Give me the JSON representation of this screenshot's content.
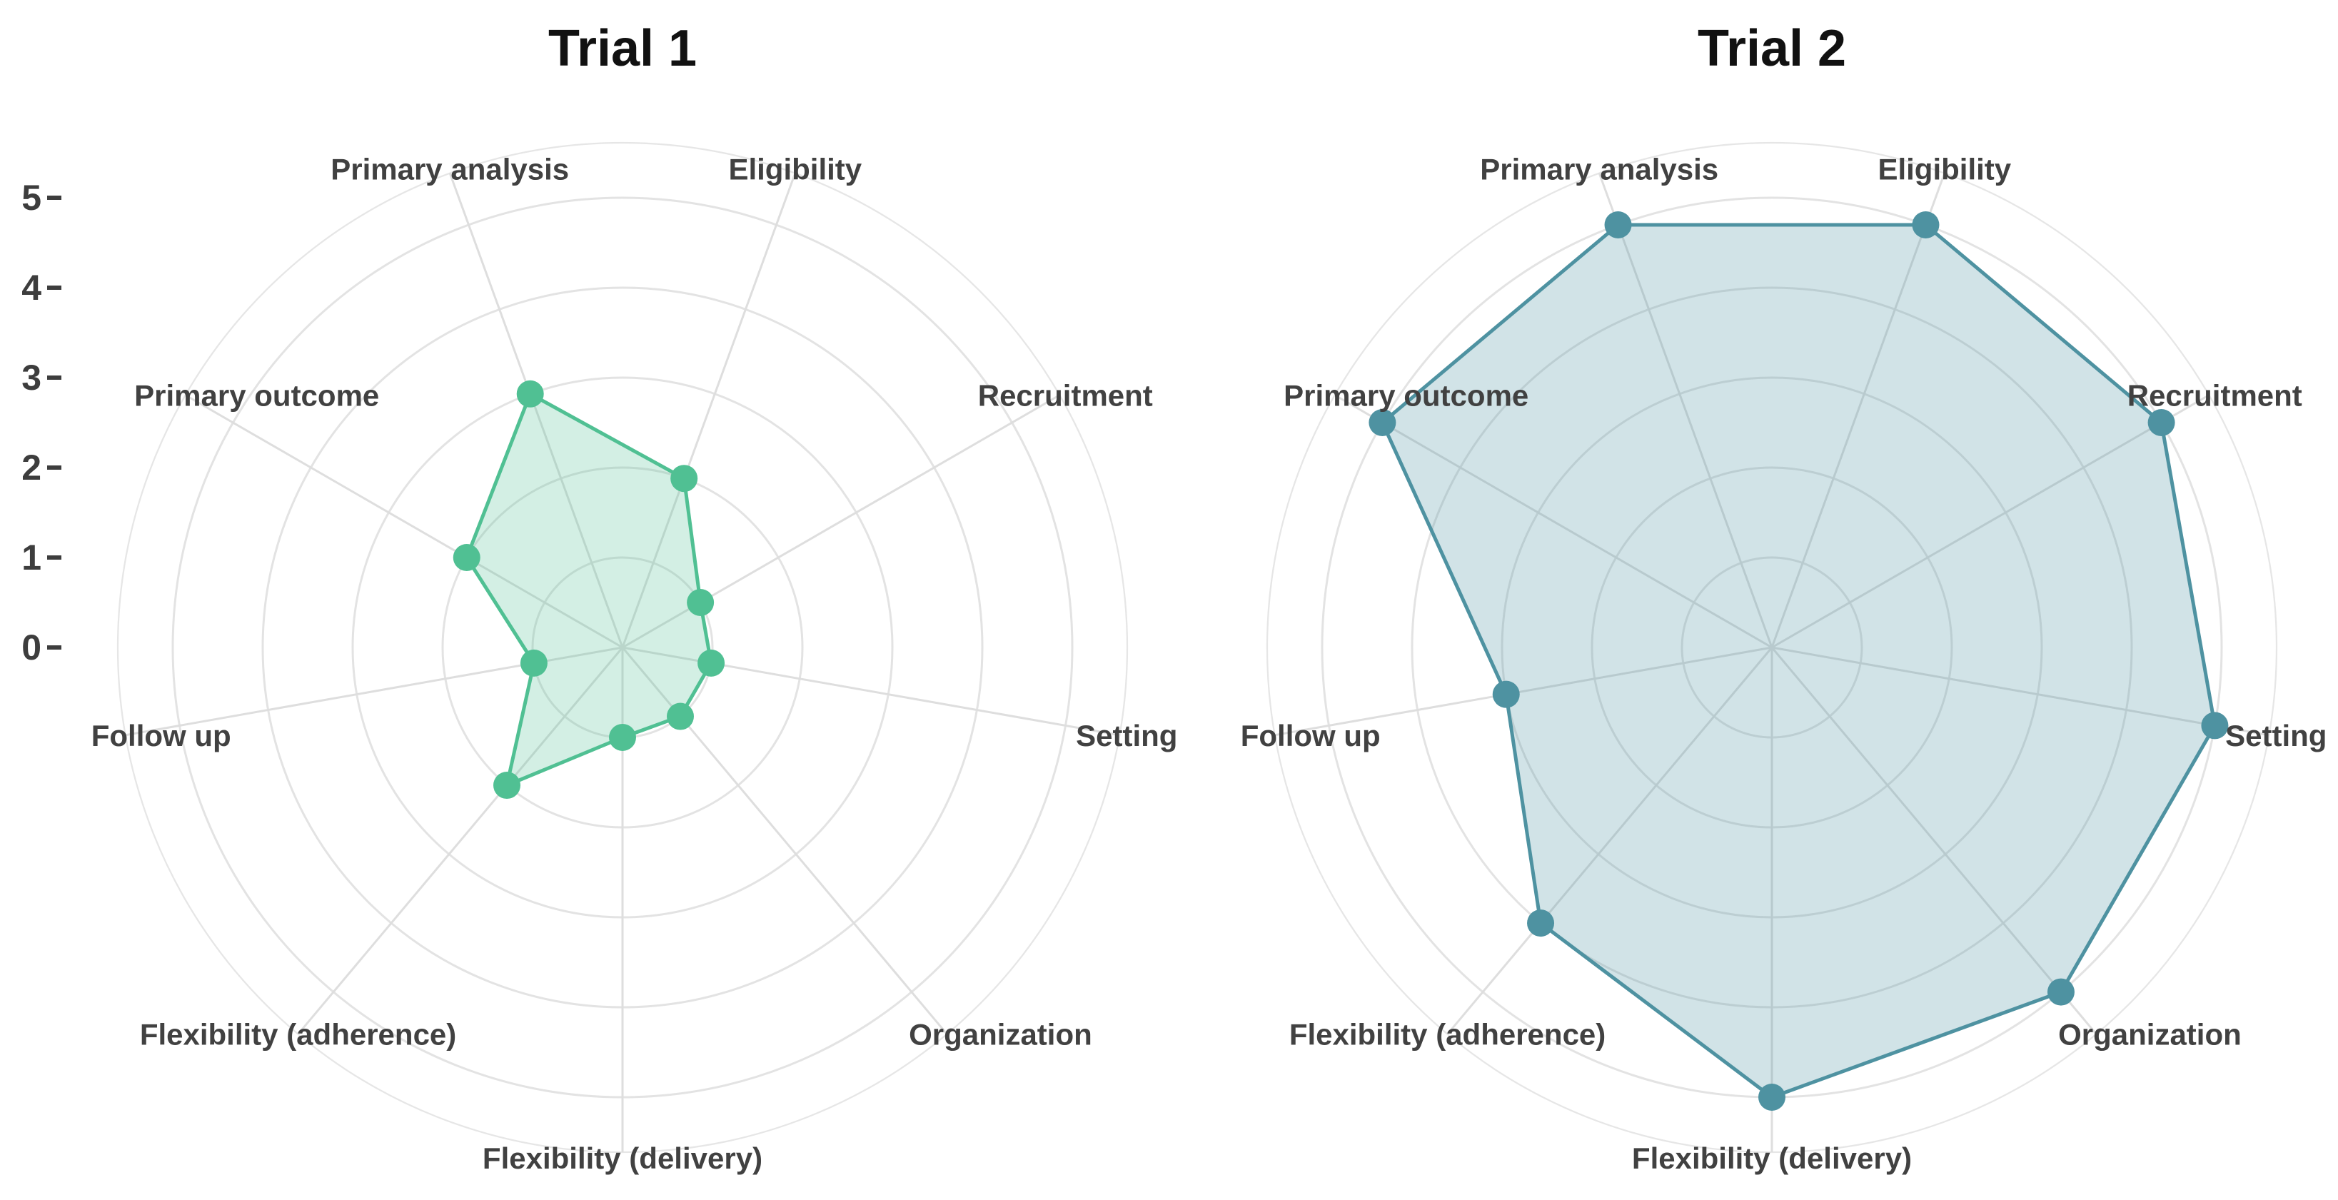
{
  "figure": {
    "background": "#ffffff"
  },
  "style": {
    "grid_color": "#e3e3e3",
    "spoke_color": "#dedede",
    "outer_ring_color": "#e6e6e6",
    "label_color": "#414141",
    "tick_color": "#3d3d3d",
    "title_color": "#111111"
  },
  "chart_data": [
    {
      "type": "radar",
      "title": "Trial 1",
      "axes": [
        "Eligibility",
        "Recruitment",
        "Setting",
        "Organization",
        "Flexibility (delivery)",
        "Flexibility (adherence)",
        "Follow up",
        "Primary outcome",
        "Primary analysis"
      ],
      "values": [
        2,
        1,
        1,
        1,
        1,
        2,
        1,
        2,
        3
      ],
      "axis_range": [
        0,
        5
      ],
      "tick_labels": [
        "0",
        "1",
        "2",
        "3",
        "4",
        "5"
      ],
      "grid_rings": [
        1,
        2,
        3,
        4,
        5
      ],
      "legend": "none",
      "show_radial_ticks": true,
      "colors": {
        "line": "#50c093",
        "point": "#50c093",
        "fill": "rgba(80, 192, 147, 0.25)"
      }
    },
    {
      "type": "radar",
      "title": "Trial 2",
      "axes": [
        "Eligibility",
        "Recruitment",
        "Setting",
        "Organization",
        "Flexibility (delivery)",
        "Flexibility (adherence)",
        "Follow up",
        "Primary outcome",
        "Primary analysis"
      ],
      "values": [
        5,
        5,
        5,
        5,
        5,
        4,
        3,
        5,
        5
      ],
      "axis_range": [
        0,
        5
      ],
      "tick_labels": [
        "0",
        "1",
        "2",
        "3",
        "4",
        "5"
      ],
      "grid_rings": [
        1,
        2,
        3,
        4,
        5
      ],
      "legend": "none",
      "show_radial_ticks": false,
      "colors": {
        "line": "#4e92a1",
        "point": "#4e92a1",
        "fill": "rgba(78, 146, 161, 0.26)"
      }
    }
  ]
}
